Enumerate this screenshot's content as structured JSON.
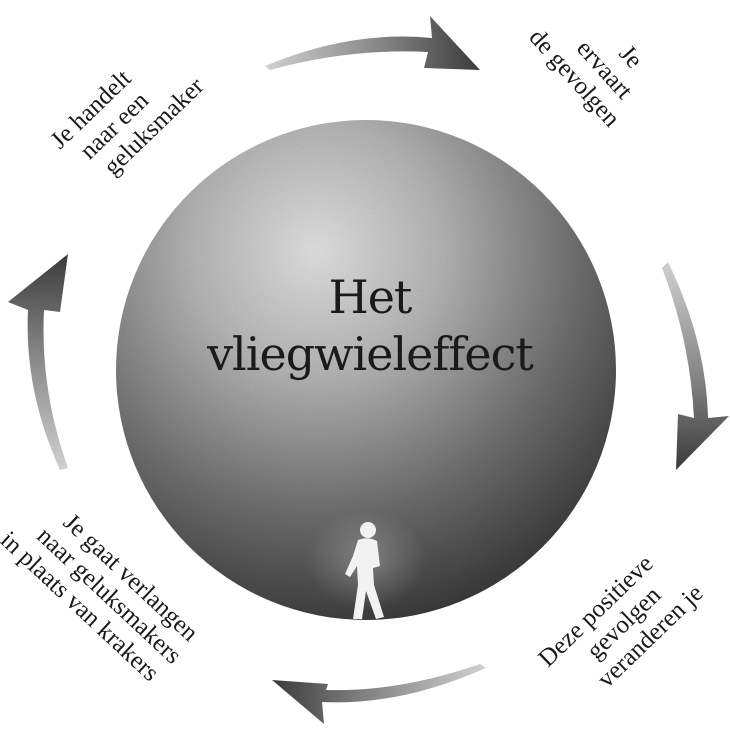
{
  "title": {
    "line1": "Het",
    "line2": "vliegwieleffect"
  },
  "steps": [
    {
      "lines": [
        "Je handelt",
        "naar een",
        "geluksmaker"
      ]
    },
    {
      "lines": [
        "Je",
        "ervaart",
        "de gevolgen"
      ]
    },
    {
      "lines": [
        "Deze positieve",
        "gevolgen",
        "veranderen je"
      ]
    },
    {
      "lines": [
        "Je gaat verlangen",
        "naar geluksmakers",
        "in plaats van krakers"
      ]
    }
  ],
  "colors": {
    "sphere_light": "#d6d6d6",
    "sphere_dark": "#2b2b2b",
    "arrow": "#4a4a4a",
    "text": "#1a1a1a"
  }
}
